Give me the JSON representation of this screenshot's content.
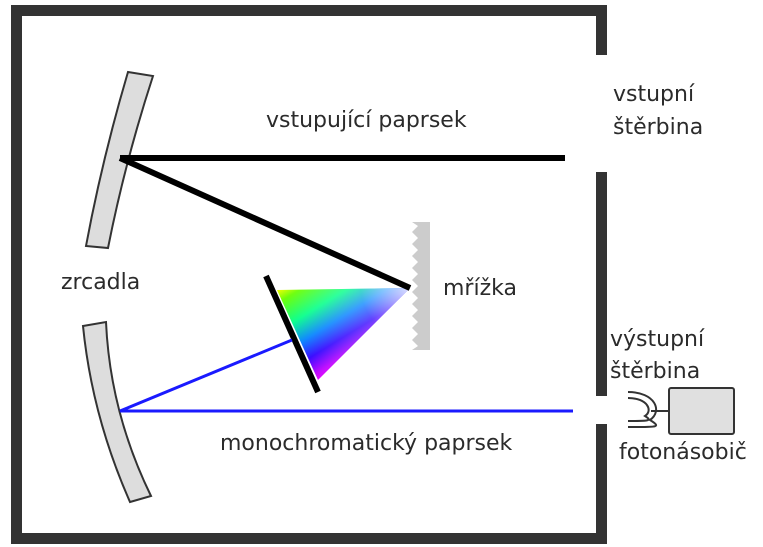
{
  "labels": {
    "entrance_slit": [
      "vstupní",
      "štěrbina"
    ],
    "incoming_beam": "vstupující paprsek",
    "mirrors": "zrcadla",
    "grating": "mřížka",
    "exit_slit": [
      "výstupní",
      "štěrbina"
    ],
    "monochromatic_beam": "monochromatický paprsek",
    "photomultiplier": "fotonásobič"
  },
  "colors": {
    "housing": "#333333",
    "incoming_beam": "#000000",
    "monochromatic_beam": "#1a1aff",
    "mirror_fill": "#dddddd",
    "grating_fill": "#cccccc",
    "photomultiplier_fill": "#e0e0e0",
    "spectrum": [
      "#ffff00",
      "#00ff00",
      "#00ffff",
      "#0000ff",
      "#ff00ff"
    ]
  }
}
